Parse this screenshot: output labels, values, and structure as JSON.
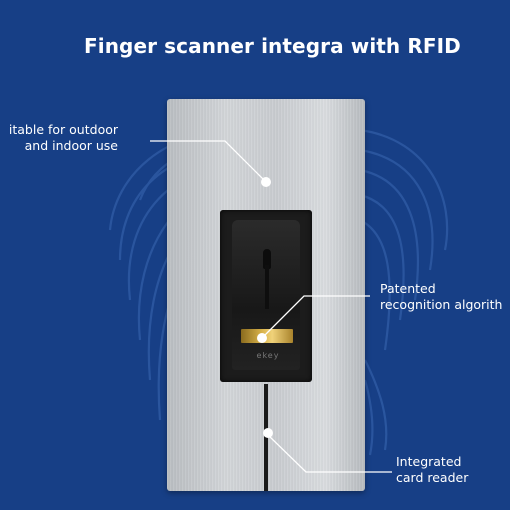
{
  "title": "Finger scanner integra with RFID",
  "callouts": {
    "outdoor": [
      "itable for outdoor",
      "and indoor use"
    ],
    "algorithm": [
      "Patented",
      "recognition algorith"
    ],
    "card_reader": [
      "Integrated",
      "card reader"
    ]
  },
  "device": {
    "brand_text": "ekey"
  },
  "colors": {
    "background": "#173f86",
    "text": "#ffffff",
    "callout_dot": "#ffffff",
    "sensor_gold": "#d8b24a"
  }
}
